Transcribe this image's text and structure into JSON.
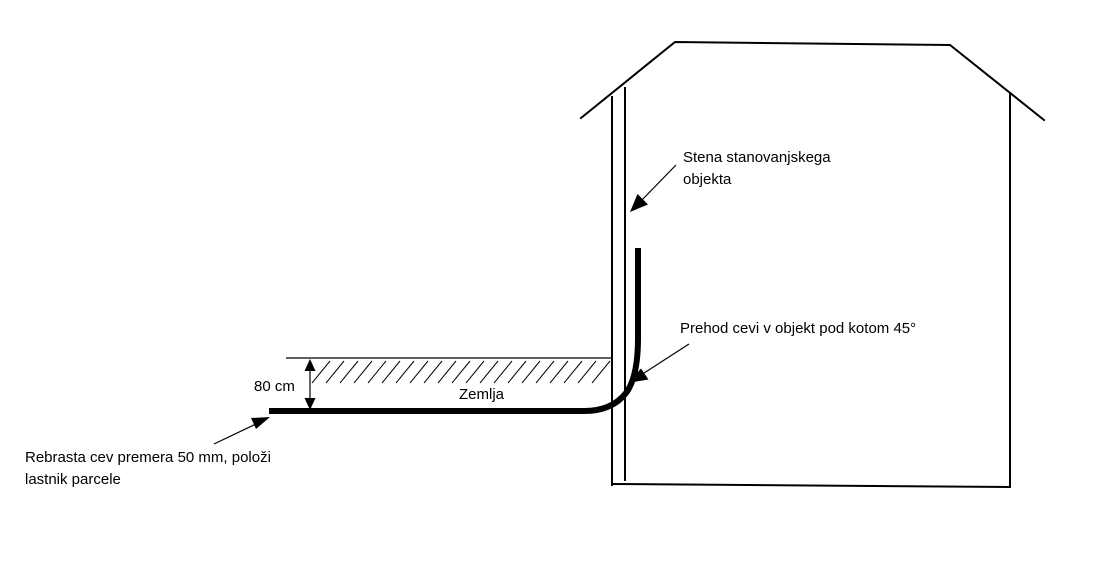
{
  "labels": {
    "wall": [
      "Stena stanovanjskega",
      "objekta"
    ],
    "transition": "Prehod cevi v objekt pod kotom 45°",
    "depth": "80 cm",
    "ground": "Zemlja",
    "pipe": [
      "Rebrasta cev premera 50 mm, položi",
      "lastnik parcele"
    ]
  }
}
